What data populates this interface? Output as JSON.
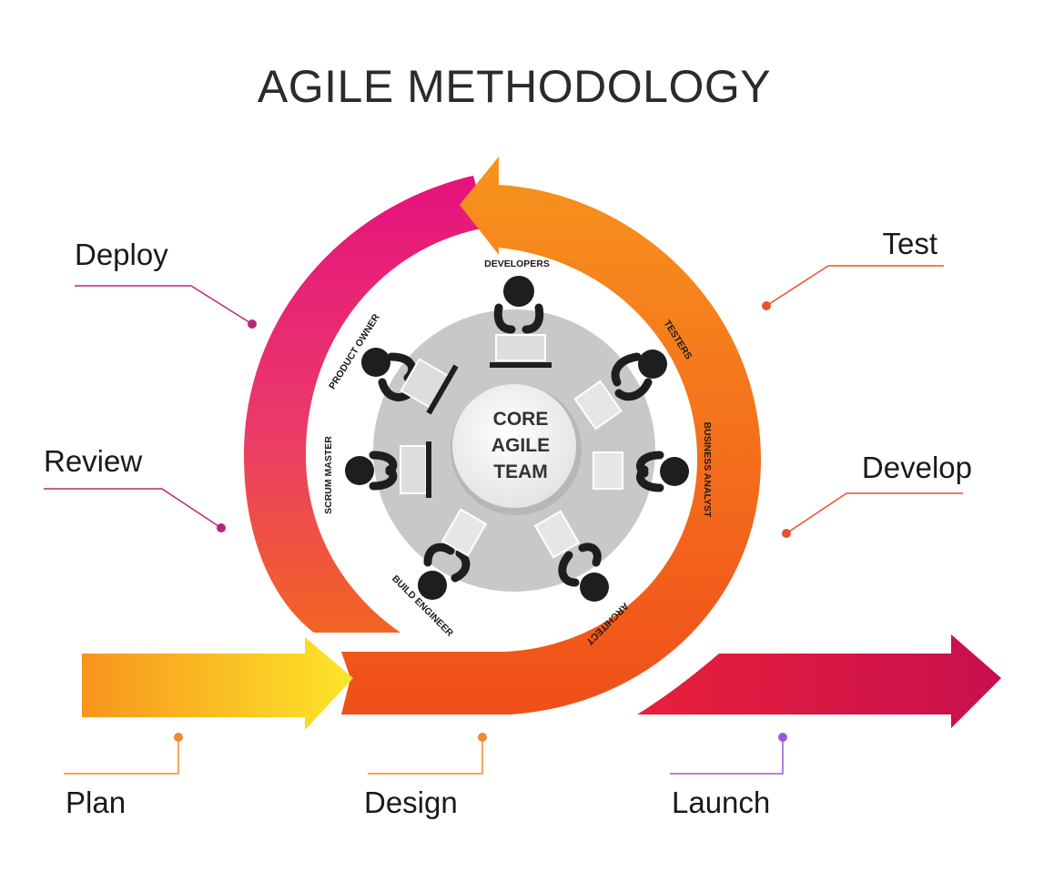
{
  "title": "AGILE METHODOLOGY",
  "core": {
    "lines": [
      "CORE",
      "AGILE",
      "TEAM"
    ]
  },
  "phases": {
    "plan": "Plan",
    "design": "Design",
    "develop": "Develop",
    "test": "Test",
    "deploy": "Deploy",
    "review": "Review",
    "launch": "Launch"
  },
  "roles": {
    "developers": "DEVELOPERS",
    "testers": "TESTERS",
    "business_analyst": "BUSINESS ANALYST",
    "architect": "ARCHITECT",
    "build_engineer": "BUILD ENGINEER",
    "scrum_master": "SCRUM MASTER",
    "product_owner": "PRODUCT OWNER"
  },
  "colors": {
    "plan_start": "#f7941d",
    "plan_end": "#fde629",
    "orange": "#f26522",
    "orange_light": "#f7941d",
    "magenta": "#e6127e",
    "launch_start": "#e8203a",
    "launch_end": "#c8104e",
    "table": "#c8c8c8",
    "person": "#1e1e1e",
    "leader_purple": "#9b59d0"
  }
}
